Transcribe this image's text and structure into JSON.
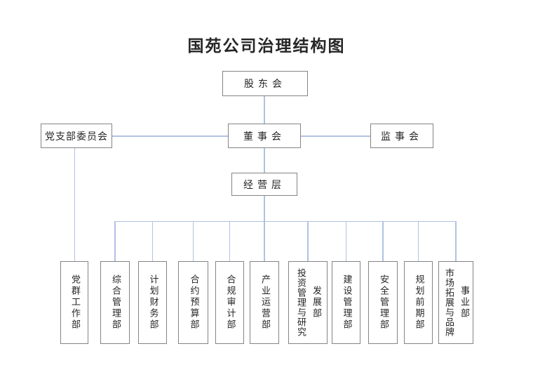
{
  "title": "国苑公司治理结构图",
  "colors": {
    "connector": "#b0c2e2",
    "box_border": "#848484",
    "text": "#262626",
    "background": "#ffffff"
  },
  "nodes": {
    "shareholders": "股东会",
    "party_committee": "党支部委员会",
    "board": "董事会",
    "supervisory": "监事会",
    "management": "经营层"
  },
  "departments": [
    {
      "name": "党群工作部",
      "columns": [
        "党群工作部"
      ]
    },
    {
      "name": "综合管理部",
      "columns": [
        "综合管理部"
      ]
    },
    {
      "name": "计划财务部",
      "columns": [
        "计划财务部"
      ]
    },
    {
      "name": "合约预算部",
      "columns": [
        "合约预算部"
      ]
    },
    {
      "name": "合规审计部",
      "columns": [
        "合规审计部"
      ]
    },
    {
      "name": "产业运营部",
      "columns": [
        "产业运营部"
      ]
    },
    {
      "name": "投资管理与研究发展部",
      "columns": [
        "投资管理与研究",
        "发展部"
      ]
    },
    {
      "name": "建设管理部",
      "columns": [
        "建设管理部"
      ]
    },
    {
      "name": "安全管理部",
      "columns": [
        "安全管理部"
      ]
    },
    {
      "name": "规划前期部",
      "columns": [
        "规划前期部"
      ]
    },
    {
      "name": "市场拓展与品牌事业部",
      "columns": [
        "市场拓展与品牌",
        "事业部"
      ]
    }
  ]
}
